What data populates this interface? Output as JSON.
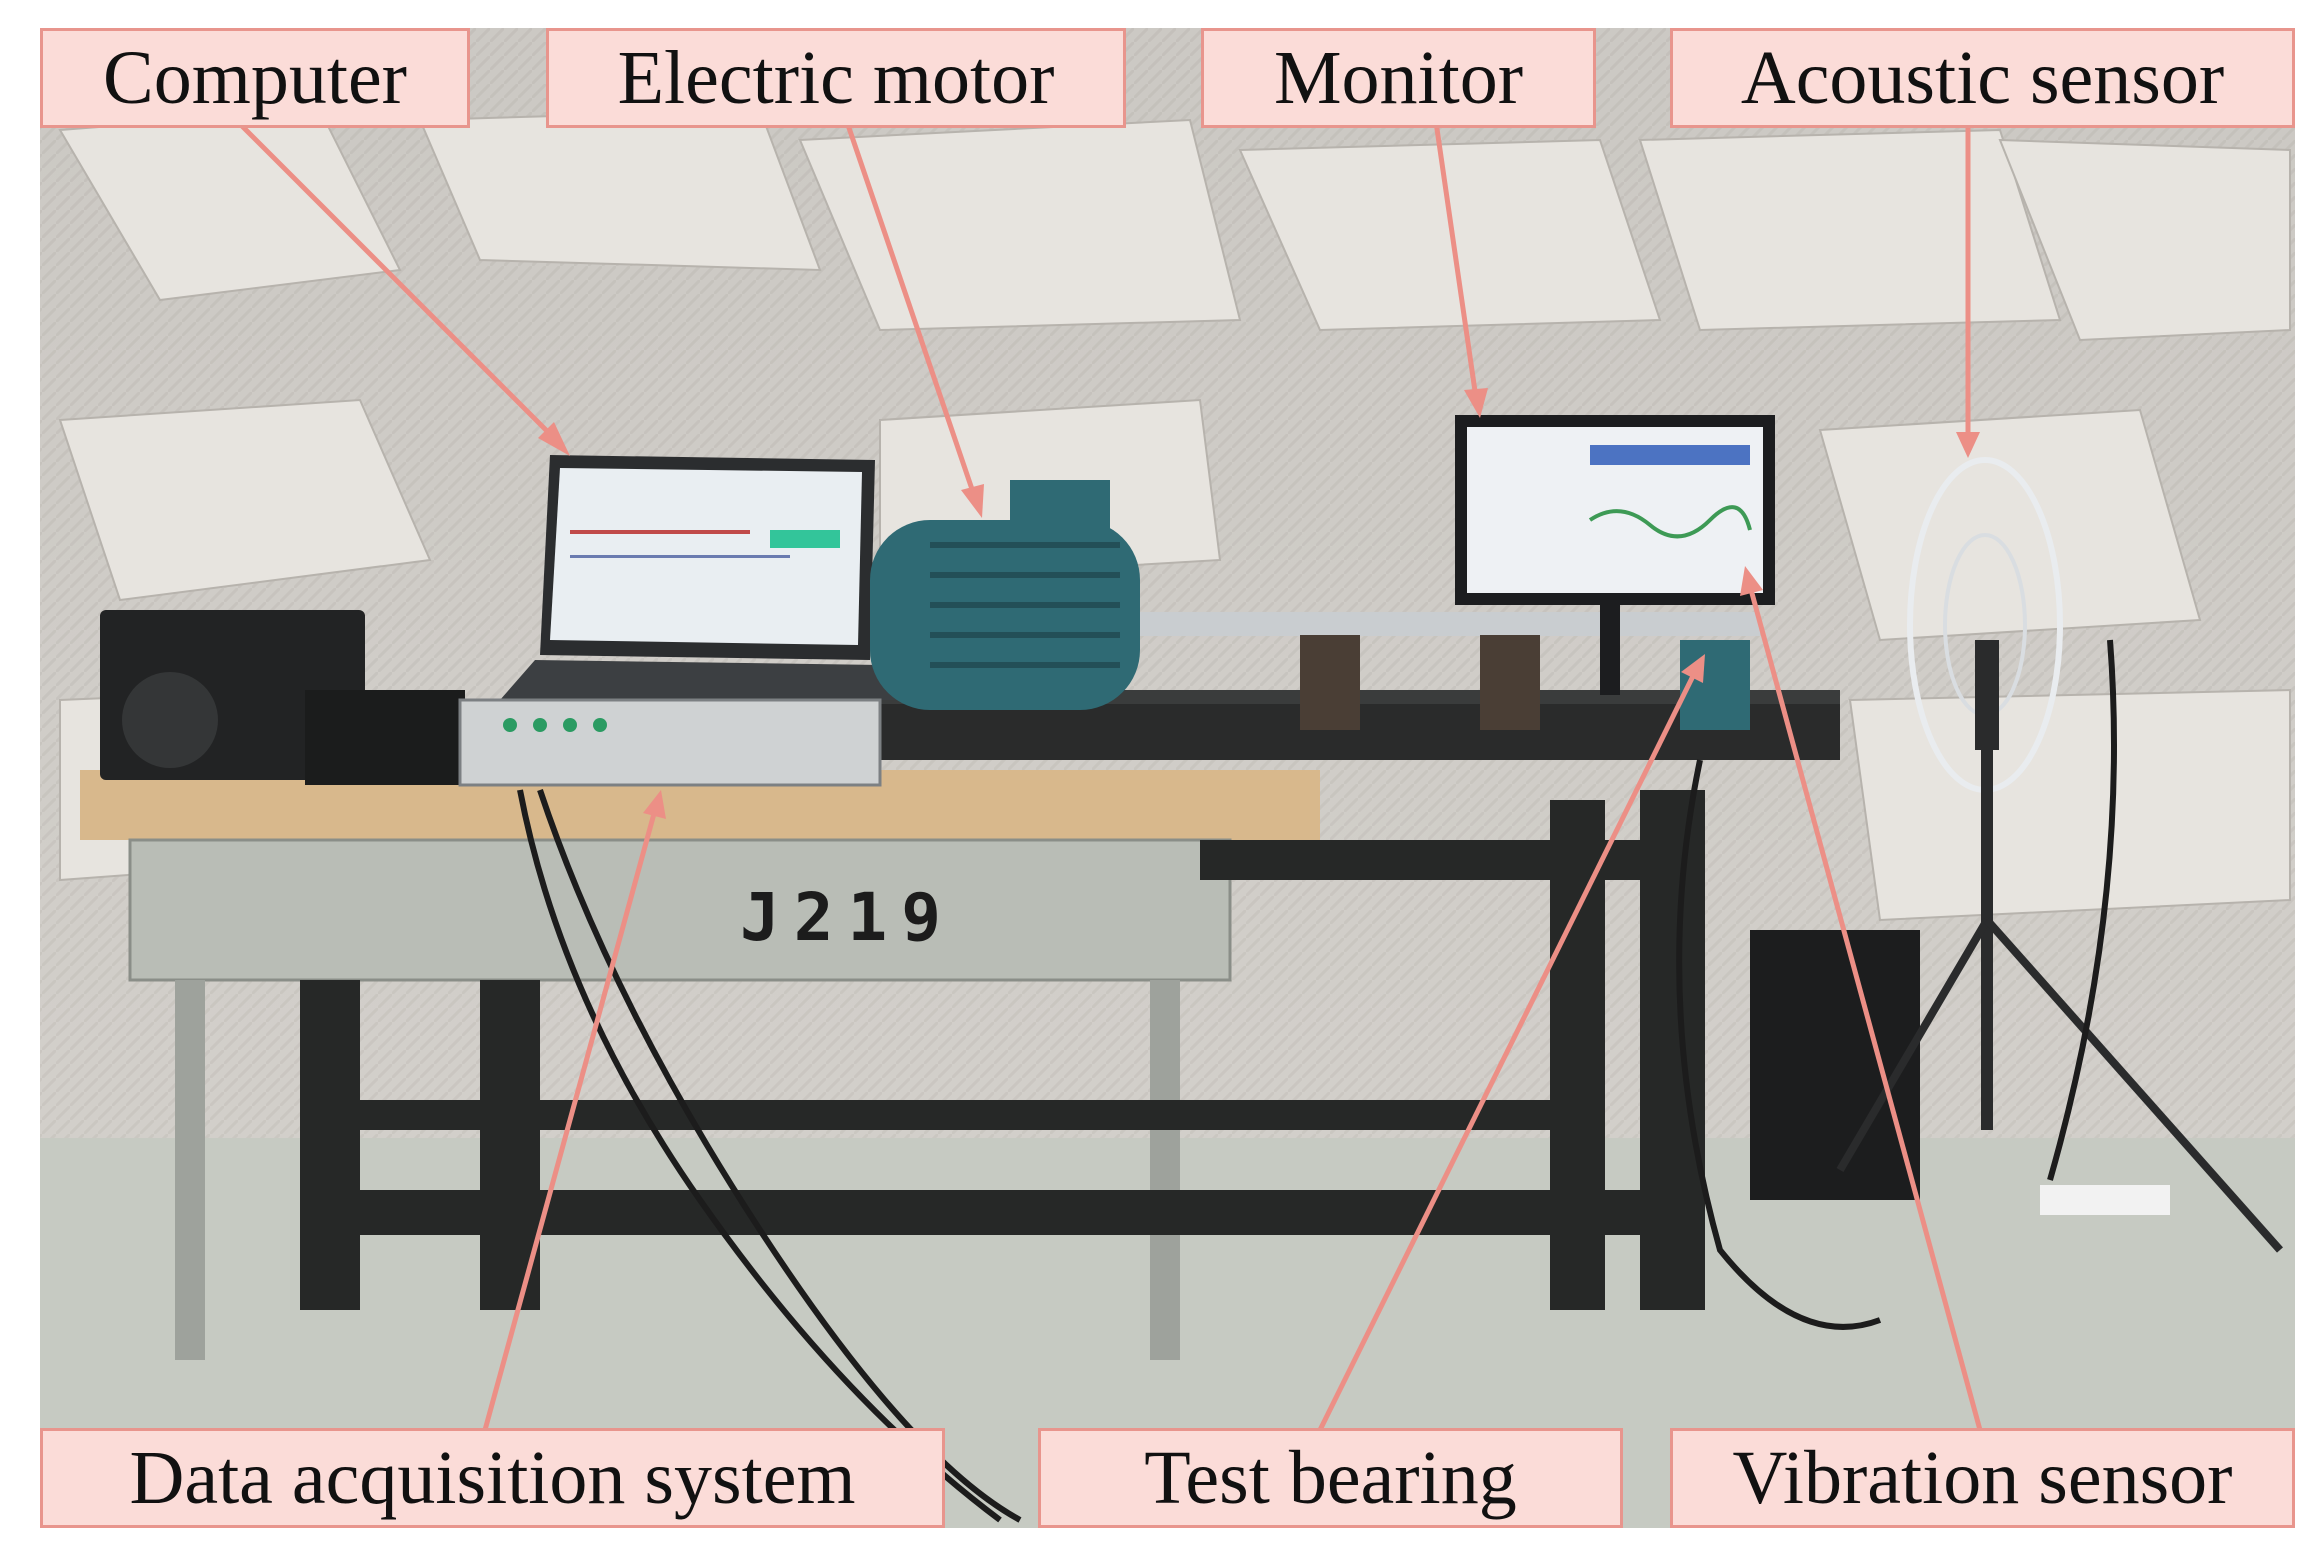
{
  "figure": {
    "description_free": true,
    "labels": {
      "computer": "Computer",
      "electric_motor": "Electric motor",
      "monitor": "Monitor",
      "acoustic_sensor": "Acoustic sensor",
      "data_acquisition_system": "Data acquisition system",
      "test_bearing": "Test bearing",
      "vibration_sensor": "Vibration sensor"
    },
    "bench_marking": "J219",
    "annotation_color": "#ec8f86",
    "label_fill": "#fbdcd8"
  }
}
